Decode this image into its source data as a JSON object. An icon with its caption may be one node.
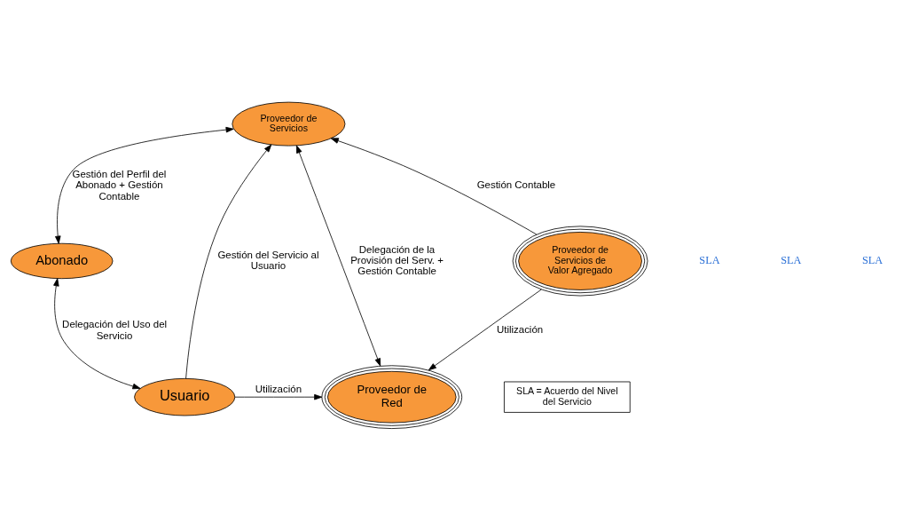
{
  "diagram": {
    "nodes": [
      {
        "text": [
          "Proveedor de Servicios"
        ]
      },
      {
        "text": [
          "Abonado"
        ]
      },
      {
        "text": [
          "Proveedor de Servicios de Valor Agregado"
        ]
      },
      {
        "text": [
          "Usuario"
        ]
      },
      {
        "text": [
          "Proveedor de Red"
        ]
      },
      {
        "text": [
          "SLA = Acuerdo del Nivel del Servicio"
        ]
      }
    ],
    "edges": [
      {
        "from": 1,
        "to": 0,
        "arrow": "both",
        "label": "Gestión del Perfil del Abonado + Gestión Contable"
      },
      {
        "from": 2,
        "to": 0,
        "arrow": "to",
        "label": "Gestión Contable"
      },
      {
        "from": 1,
        "to": 3,
        "arrow": "both",
        "label": "Delegación del Uso del Servicio"
      },
      {
        "from": 3,
        "to": 0,
        "arrow": "to",
        "label": "Gestión del Servicio al Usuario"
      },
      {
        "from": 0,
        "to": 4,
        "arrow": "both",
        "label": "Delegación de la Provisión del Serv. + Gestión Contable"
      },
      {
        "from": 2,
        "to": 4,
        "arrow": "to",
        "label": "Utilización"
      },
      {
        "from": 3,
        "to": 4,
        "arrow": "to",
        "label": "Utilización"
      }
    ],
    "labels": [
      "SLA",
      "SLA",
      "SLA"
    ]
  }
}
